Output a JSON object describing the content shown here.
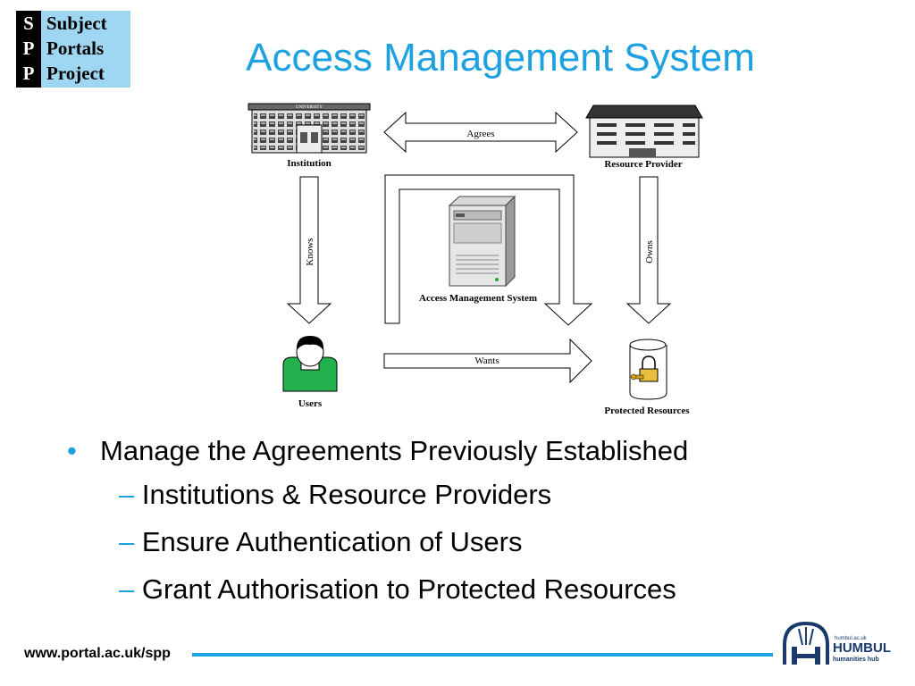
{
  "logo": {
    "letters": [
      "S",
      "P",
      "P"
    ],
    "words": [
      "Subject",
      "Portals",
      "Project"
    ]
  },
  "title": "Access Management System",
  "diagram": {
    "nodes": {
      "institution": "Institution",
      "resource_provider": "Resource Provider",
      "access_management": "Access Management System",
      "users": "Users",
      "protected_resources": "Protected Resources"
    },
    "arrows": {
      "agrees": "Agrees",
      "knows": "Knows",
      "owns": "Owns",
      "wants": "Wants"
    },
    "building_sign": "UNIVERSITY"
  },
  "bullets": {
    "main": "Manage the Agreements Previously Established",
    "subs": [
      "Institutions & Resource Providers",
      "Ensure Authentication of Users",
      "Grant Authorisation to Protected Resources"
    ]
  },
  "footer": {
    "url": "www.portal.ac.uk/spp",
    "humbul_small": "humbul.ac.uk",
    "humbul_name": "HUMBUL",
    "humbul_sub": "humanities hub"
  },
  "colors": {
    "accent": "#1da1e0",
    "logo_bg": "#9fd7f2",
    "user_green": "#22b14c"
  }
}
